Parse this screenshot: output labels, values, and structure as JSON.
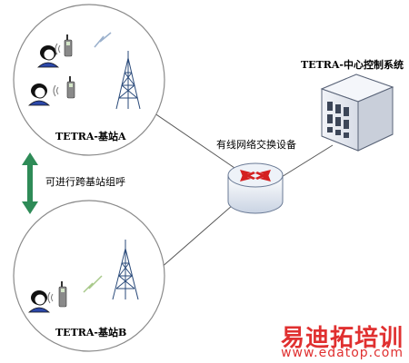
{
  "nodes": {
    "station_a": {
      "label": "TETRA-基站A"
    },
    "station_b": {
      "label": "TETRA-基站B"
    },
    "control_system": {
      "label": "TETRA-中心控制系统"
    },
    "network_switch": {
      "label": "有线网络交换设备"
    }
  },
  "annotations": {
    "cross_call": "可进行跨基站组呼"
  },
  "watermark": {
    "brand": "易迪拓培训",
    "url": "www.edatop.com"
  },
  "colors": {
    "circle_stroke": "#8a8a8a",
    "link_line": "#555555",
    "arrow_green": "#2e8b57",
    "router_red": "#d42020",
    "tower_blue": "#2a4a7a",
    "watermark_red": "#e03030"
  }
}
